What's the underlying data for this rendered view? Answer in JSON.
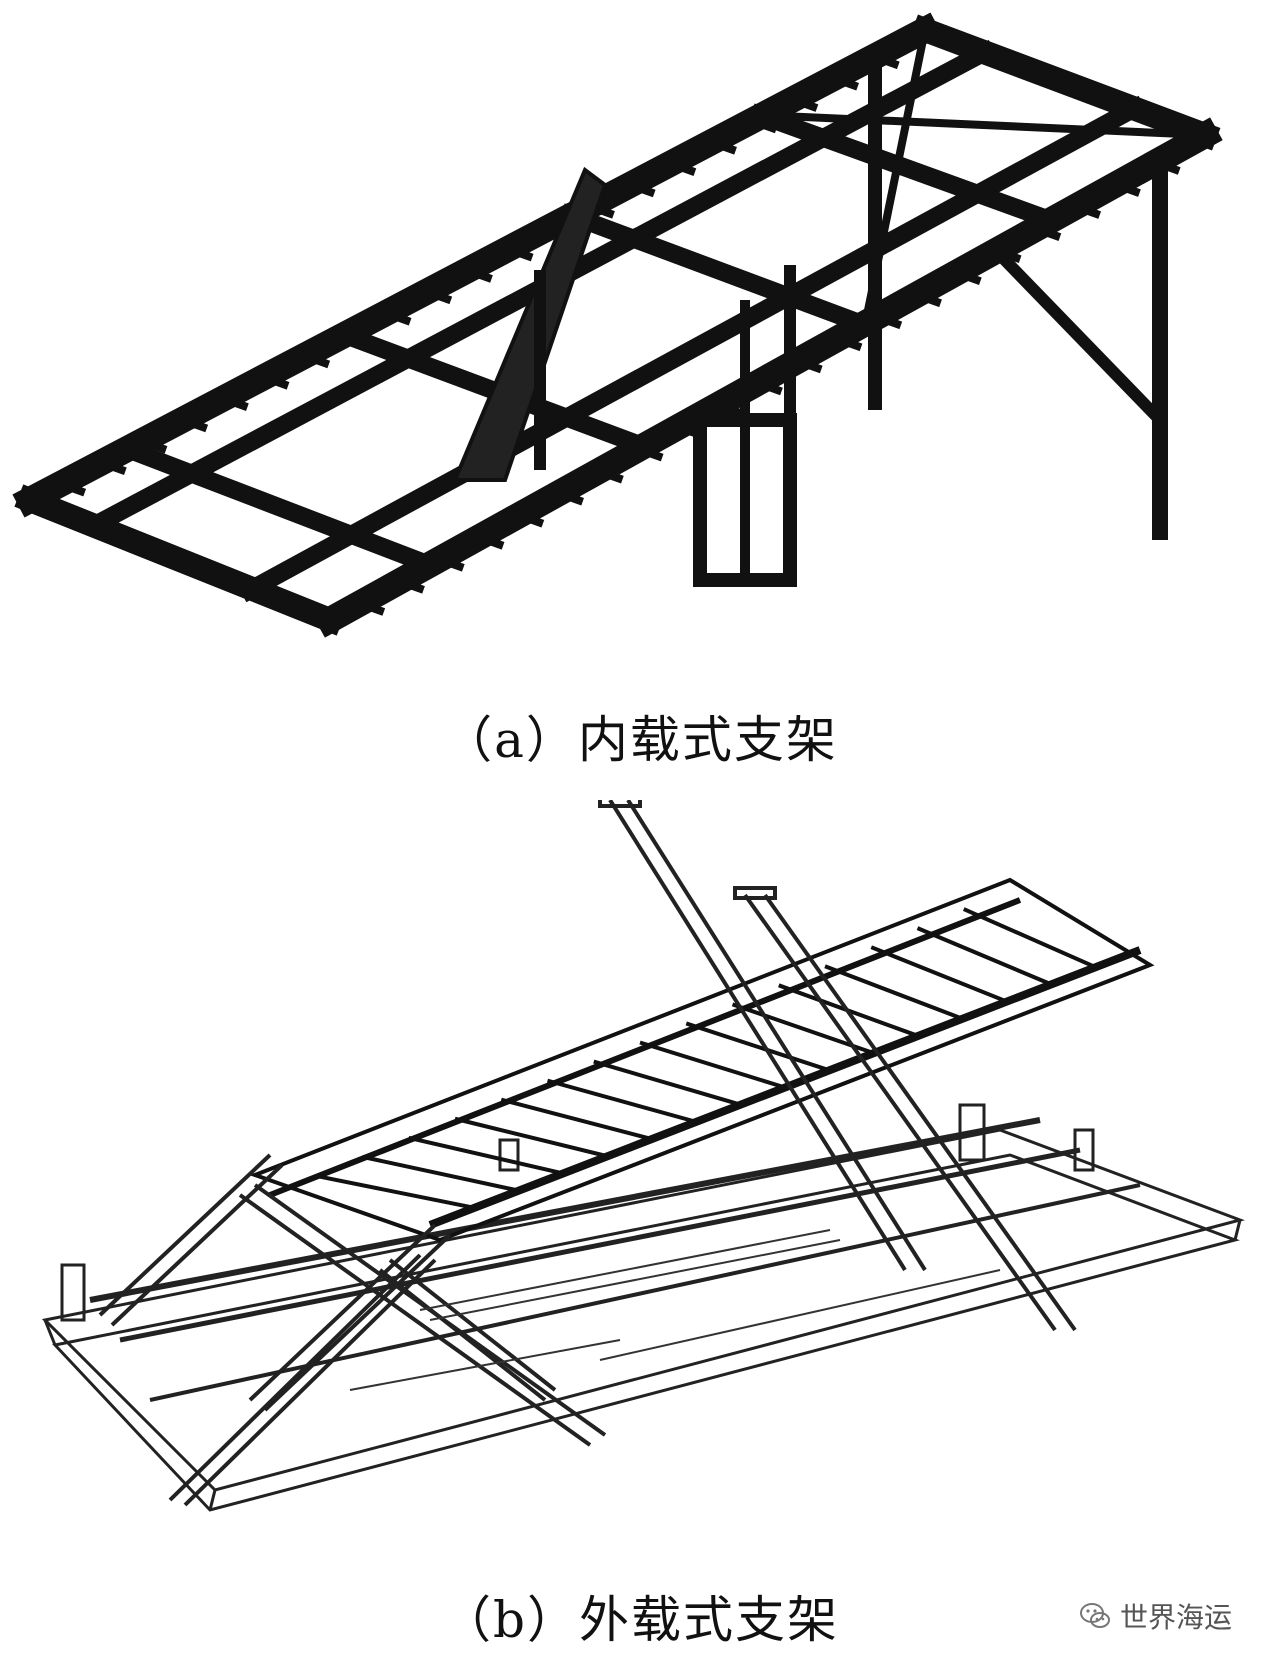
{
  "figures": [
    {
      "label": "（a）内载式支架",
      "icon": "internal-loading-frame-drawing"
    },
    {
      "label": "（b）外载式支架",
      "icon": "external-loading-frame-drawing"
    }
  ],
  "watermark": {
    "text": "世界海运",
    "icon": "wechat-icon"
  },
  "colors": {
    "ink": "#111111",
    "background": "#ffffff"
  }
}
